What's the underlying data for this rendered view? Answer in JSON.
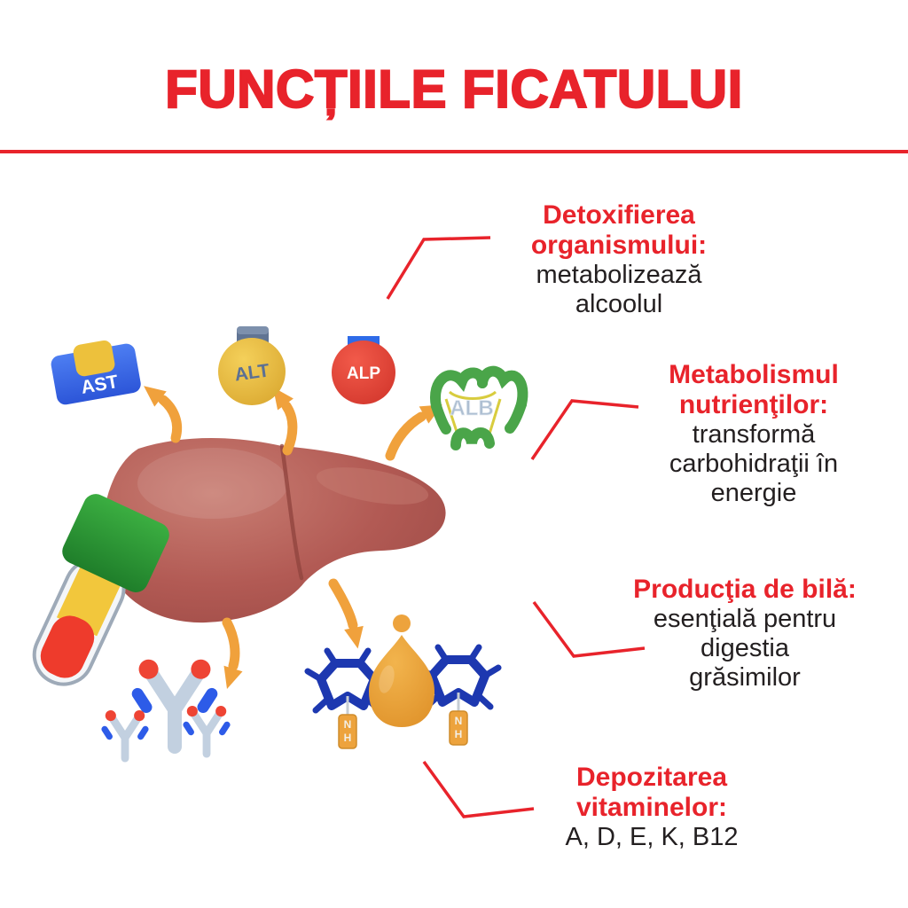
{
  "title": "FUNCȚIILE FICATULUI",
  "colors": {
    "accent_red": "#e8232b",
    "text_dark": "#231f20",
    "liver_base": "#b25a54",
    "arrow_orange": "#f0a13c",
    "ast_blue": "#3c6ae6",
    "alt_yellow": "#eec23f",
    "alp_red": "#e8483b",
    "alb_green": "#4aa549",
    "tube_cap_green": "#2f9a35",
    "tube_yellow": "#f2c73c",
    "tube_red": "#ee3b2c",
    "antibody_gray": "#c2d0e0",
    "antibody_blue": "#2d5be8",
    "antibody_red": "#ee4434",
    "bile_orange": "#eda33d",
    "molecule_blue": "#1d38b0"
  },
  "callouts": [
    {
      "heading_lines": [
        "Detoxifierea",
        "organismului:"
      ],
      "body_lines": [
        "metabolizează",
        "alcoolul"
      ]
    },
    {
      "heading_lines": [
        "Metabolismul",
        "nutrienţilor:"
      ],
      "body_lines": [
        "transformă",
        "carbohidraţii în",
        "energie"
      ]
    },
    {
      "heading_lines": [
        "Producţia de bilă:"
      ],
      "body_lines": [
        "esenţială pentru",
        "digestia",
        "grăsimilor"
      ]
    },
    {
      "heading_lines": [
        "Depozitarea",
        "vitaminelor:"
      ],
      "body_lines": [
        "A, D, E, K, B12"
      ]
    }
  ],
  "labels": {
    "ast": "AST",
    "alt": "ALT",
    "alp": "ALP",
    "alb": "ALB",
    "molecule_tag_lines": [
      "N",
      "H"
    ]
  }
}
